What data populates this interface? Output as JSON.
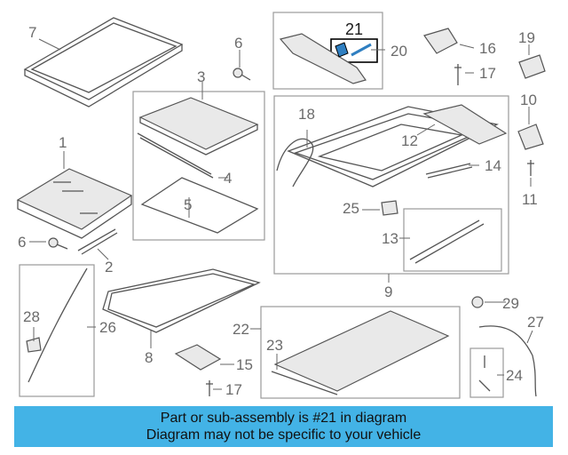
{
  "diagram": {
    "callouts": {
      "c1": "1",
      "c2": "2",
      "c3": "3",
      "c4": "4",
      "c5": "5",
      "c6a": "6",
      "c6b": "6",
      "c7": "7",
      "c8": "8",
      "c9": "9",
      "c10": "10",
      "c11": "11",
      "c12": "12",
      "c13": "13",
      "c14": "14",
      "c15": "15",
      "c16": "16",
      "c17a": "17",
      "c17b": "17",
      "c18": "18",
      "c19": "19",
      "c20": "20",
      "c21": "21",
      "c22": "22",
      "c23": "23",
      "c24": "24",
      "c25": "25",
      "c26": "26",
      "c27": "27",
      "c28": "28",
      "c29": "29"
    },
    "highlighted_part": "21",
    "colors": {
      "banner": "#43b3e6",
      "highlight": "#2f7fc1",
      "line": "#555555"
    }
  },
  "banner": {
    "line1": "Part or sub-assembly is #21 in diagram",
    "line2": "Diagram may not be specific to your vehicle"
  }
}
